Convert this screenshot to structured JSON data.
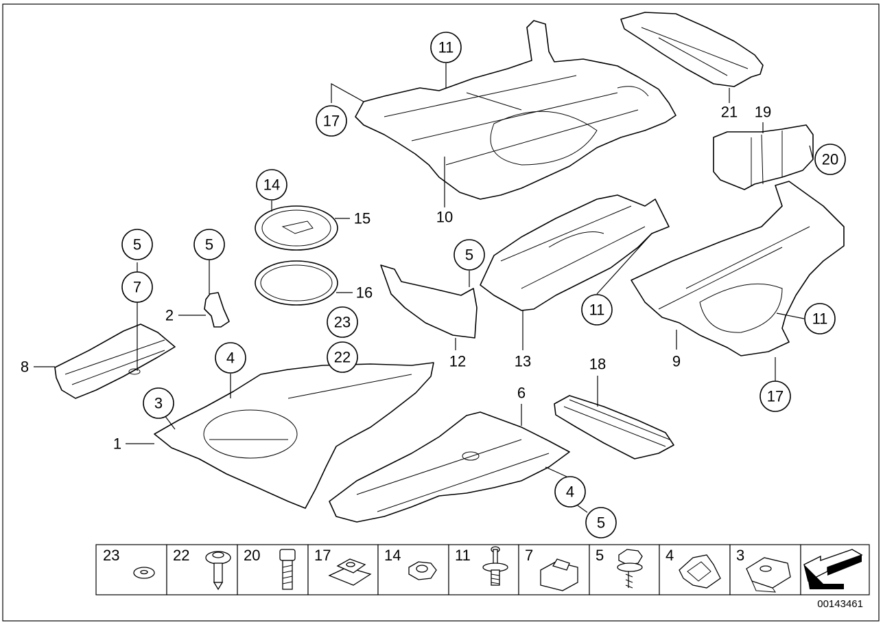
{
  "diagram": {
    "document_number": "00143461",
    "callouts": [
      {
        "id": "c11-top",
        "label": "11"
      },
      {
        "id": "c17-top",
        "label": "17"
      },
      {
        "id": "c14",
        "label": "14"
      },
      {
        "id": "c5-a",
        "label": "5"
      },
      {
        "id": "c7",
        "label": "7"
      },
      {
        "id": "c5-b",
        "label": "5"
      },
      {
        "id": "c23",
        "label": "23"
      },
      {
        "id": "c22",
        "label": "22"
      },
      {
        "id": "c5-c",
        "label": "5"
      },
      {
        "id": "c11-mid",
        "label": "11"
      },
      {
        "id": "c11-right",
        "label": "11"
      },
      {
        "id": "c20",
        "label": "20"
      },
      {
        "id": "c4-a",
        "label": "4"
      },
      {
        "id": "c3",
        "label": "3"
      },
      {
        "id": "c4-b",
        "label": "4"
      },
      {
        "id": "c5-d",
        "label": "5"
      },
      {
        "id": "c17-right",
        "label": "17"
      }
    ],
    "plain_labels": [
      {
        "id": "p21",
        "label": "21"
      },
      {
        "id": "p19",
        "label": "19"
      },
      {
        "id": "p10",
        "label": "10"
      },
      {
        "id": "p15",
        "label": "15"
      },
      {
        "id": "p16",
        "label": "16"
      },
      {
        "id": "p2",
        "label": "2"
      },
      {
        "id": "p8",
        "label": "8"
      },
      {
        "id": "p12",
        "label": "12"
      },
      {
        "id": "p13",
        "label": "13"
      },
      {
        "id": "p9",
        "label": "9"
      },
      {
        "id": "p18",
        "label": "18"
      },
      {
        "id": "p6",
        "label": "6"
      },
      {
        "id": "p1",
        "label": "1"
      }
    ],
    "legend": [
      {
        "label": "23",
        "icon": "washer-icon"
      },
      {
        "label": "22",
        "icon": "expanding-rivet-icon"
      },
      {
        "label": "20",
        "icon": "hex-bolt-icon"
      },
      {
        "label": "17",
        "icon": "clip-nut-icon"
      },
      {
        "label": "14",
        "icon": "hex-nut-icon"
      },
      {
        "label": "11",
        "icon": "plastic-rivet-icon"
      },
      {
        "label": "7",
        "icon": "spacer-block-icon"
      },
      {
        "label": "5",
        "icon": "hex-screw-icon"
      },
      {
        "label": "4",
        "icon": "spring-clip-icon"
      },
      {
        "label": "3",
        "icon": "sheet-nut-icon"
      }
    ]
  }
}
